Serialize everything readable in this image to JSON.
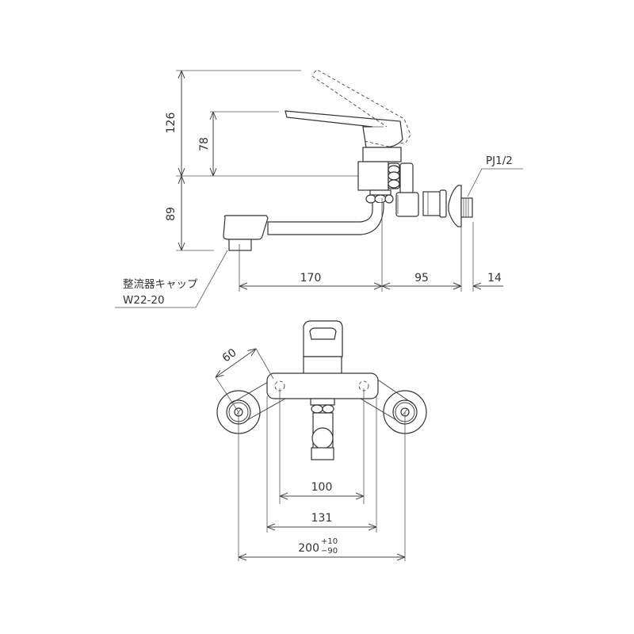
{
  "drawing": {
    "title": "Wall-mounted single lever mixing faucet dimension drawing",
    "views": [
      "side-view",
      "front-view"
    ],
    "side_view": {
      "dimensions": {
        "height_total_upper": "126",
        "height_lever": "78",
        "height_spout": "89",
        "spout_reach": "170",
        "body_to_wall": "95",
        "wall_fitting": "14"
      },
      "labels": {
        "connection": "PJ1/2",
        "aerator_line1": "整流器キャップ",
        "aerator_line2": "W22-20"
      }
    },
    "front_view": {
      "dimensions": {
        "eccentric_arm": "60",
        "inner_width": "100",
        "body_width": "131",
        "center_distance": "200",
        "tolerance_plus": "+10",
        "tolerance_minus": "−90"
      }
    },
    "colors": {
      "line": "#444444",
      "text": "#333333",
      "background": "#ffffff"
    }
  }
}
